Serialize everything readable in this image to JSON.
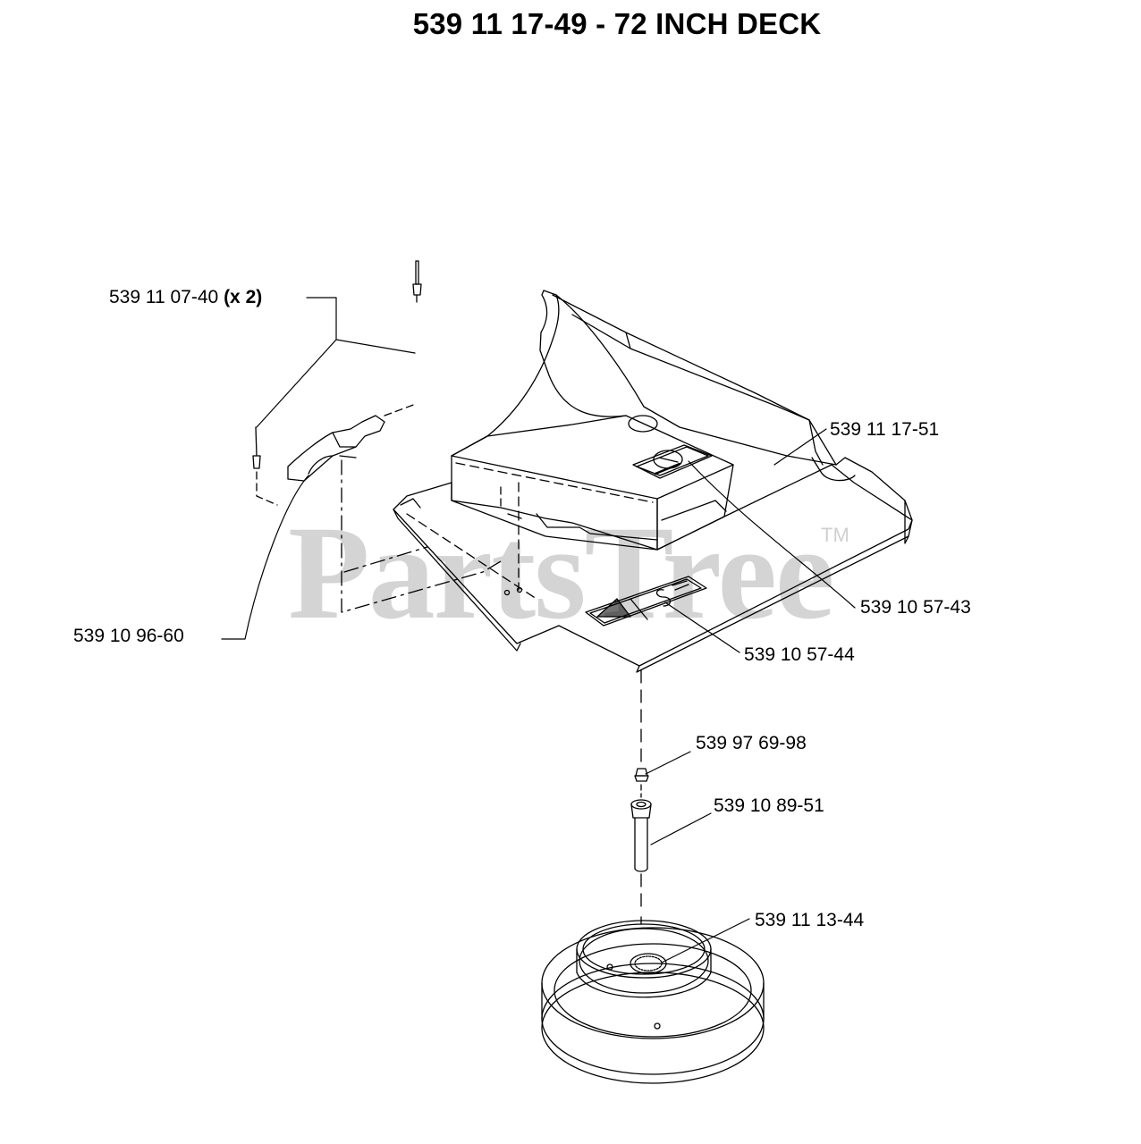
{
  "title": "539 11 17-49 - 72 INCH DECK",
  "watermark": {
    "text": "PartsTree",
    "mark": "TM",
    "color": "#d4d4d4"
  },
  "parts": [
    {
      "id": "539 11 07-40",
      "qty": "(x 2)"
    },
    {
      "id": "539 11 17-51"
    },
    {
      "id": "539 10 96-60"
    },
    {
      "id": "539 10 57-43"
    },
    {
      "id": "539 10 57-44"
    },
    {
      "id": "539 97 69-98"
    },
    {
      "id": "539 10 89-51"
    },
    {
      "id": "539 11 13-44"
    }
  ]
}
